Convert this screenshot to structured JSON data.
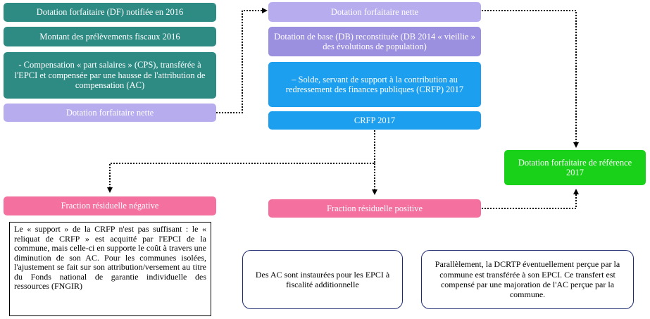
{
  "left_column": {
    "box1": "Dotation forfaitaire (DF) notifiée en 2016",
    "box2": "Montant des prélèvements fiscaux 2016",
    "box3": "- Compensation « part salaires » (CPS), transférée à l'EPCI et compensée par une hausse de l'attribution de compensation (AC)",
    "box4": "Dotation forfaitaire nette"
  },
  "center_column": {
    "box1": "Dotation forfaitaire nette",
    "box2": "Dotation de base (DB) reconstituée (DB 2014 « vieillie » des évolutions de population)",
    "box3": "– Solde, servant de support à la contribution au redressement des finances publiques (CRFP) 2017",
    "box4": "CRFP 2017"
  },
  "right_box": "Dotation forfaitaire de référence 2017",
  "negative": {
    "label": "Fraction résiduelle négative",
    "text": "Le « support » de la CRFP n'est pas suffisant : le « reliquat de CRFP » est acquitté par l'EPCI de la commune, mais celle-ci en supporte le coût à travers une diminution de son AC. Pour les communes isolées, l'ajustement se fait sur son attribution/versement au titre du Fonds national de garantie individuelle des ressources (FNGIR)"
  },
  "positive": {
    "label": "Fraction résiduelle positive"
  },
  "note1": "Des AC sont instaurées pour les EPCI à fiscalité additionnelle",
  "note2": "Parallèlement, la DCRTP éventuellement perçue par la commune est transférée à son EPCI. Ce transfert est compensé par une majoration de l'AC perçue par la commune.",
  "colors": {
    "teal": "#2e8b84",
    "lavender": "#b7acee",
    "lavender_dark": "#9b8fe0",
    "blue": "#1d9ff0",
    "green": "#1ad11a",
    "pink": "#f4709f",
    "navy": "#1d2a6e"
  }
}
